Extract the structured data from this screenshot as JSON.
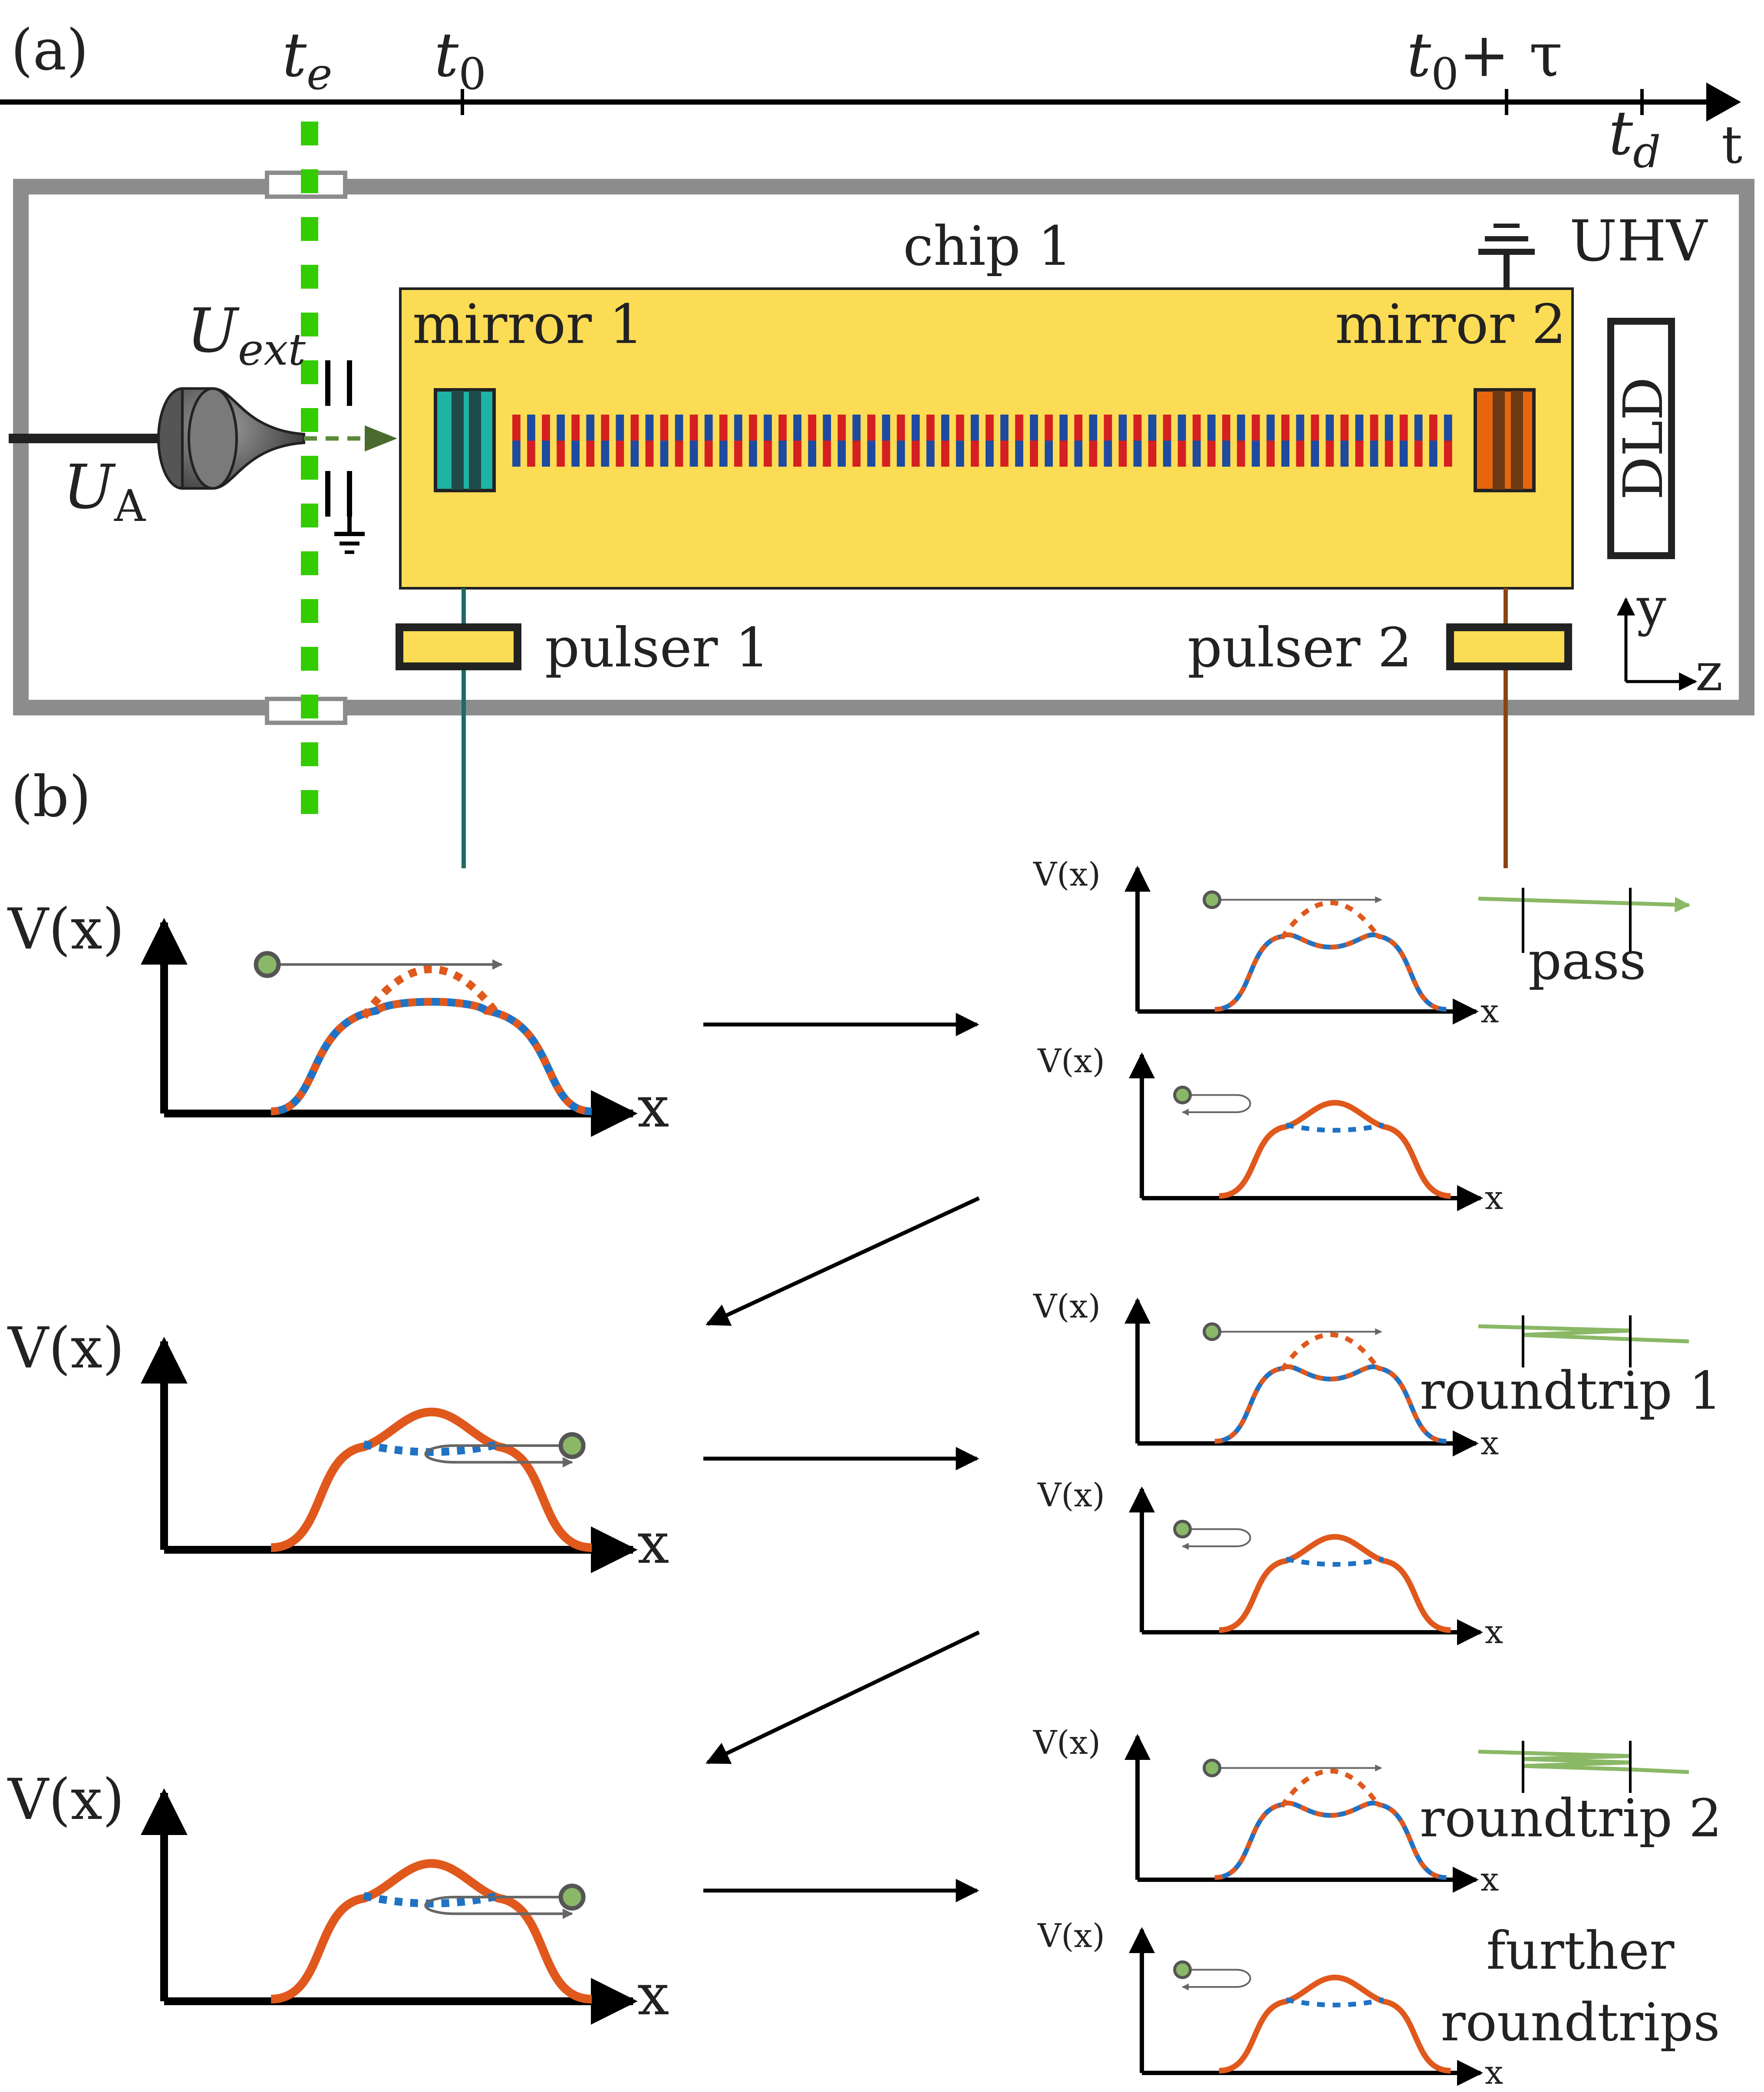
{
  "labels": {
    "panel_a": "(a)",
    "panel_b": "(b)",
    "t_e": "t",
    "t_e_sub": "e",
    "t_0": "t",
    "t_0_sub": "0",
    "t_0_tau": "t",
    "t_0_tau_sub": "0",
    "t_0_tau_rest": "+ τ",
    "t_d": "t",
    "t_d_sub": "d",
    "t_axis": "t",
    "chip": "chip 1",
    "uhv": "UHV",
    "mirror1": "mirror 1",
    "mirror2": "mirror 2",
    "u_ext": "U",
    "u_ext_sub": "ext",
    "u_a": "U",
    "u_a_sub": "A",
    "dld": "DLD",
    "pulser1": "pulser 1",
    "pulser2": "pulser 2",
    "y_axis": "y",
    "z_axis": "z",
    "vx": "V(x)",
    "x": "x",
    "pass": "pass",
    "roundtrip1": "roundtrip 1",
    "roundtrip2": "roundtrip 2",
    "further1": "further",
    "further2": "roundtrips"
  },
  "colors": {
    "chamber": "#8c8c8c",
    "chip": "#fcdc55",
    "laser": "#33cc00",
    "mirror1": "#1fb3a3",
    "mirror1_dark": "#1f4a4a",
    "mirror2": "#e8650f",
    "mirror2_dark": "#6b3a12",
    "electrode_red": "#d42020",
    "electrode_blue": "#1e4aa0",
    "potential_orange": "#e0581c",
    "potential_blue": "#1f72c4",
    "trajectory_green": "#8ab866",
    "pulser1_line": "#1f6b63",
    "pulser2_line": "#8b4513"
  },
  "icons": [
    "electron-gun-icon",
    "ground-icon",
    "particle-icon"
  ]
}
